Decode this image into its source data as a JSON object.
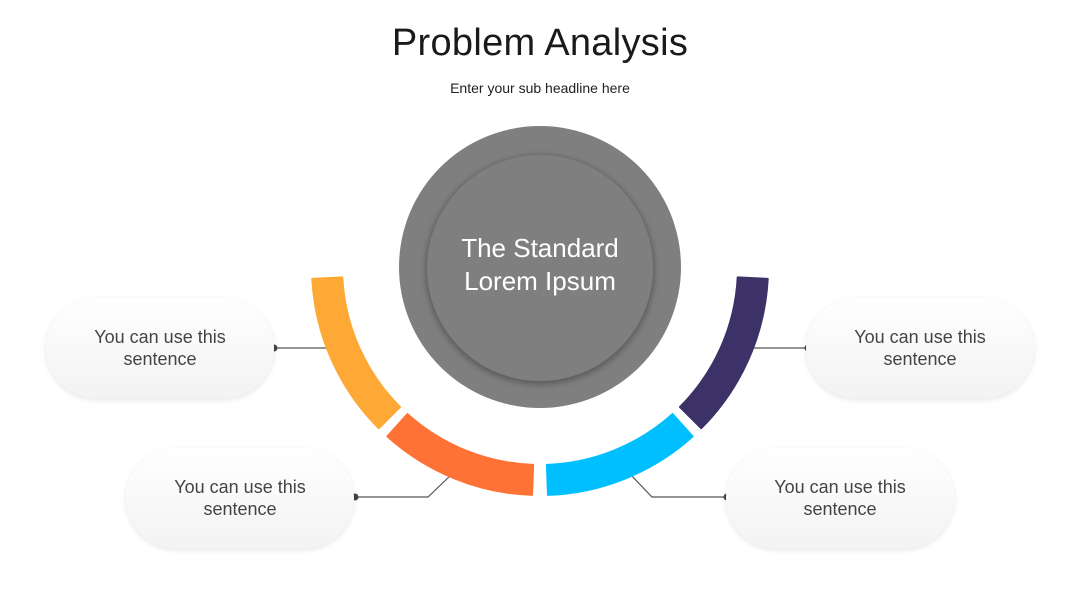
{
  "header": {
    "title": "Problem Analysis",
    "subtitle": "Enter your sub headline here"
  },
  "center": {
    "line1": "The Standard",
    "line2": "Lorem Ipsum",
    "color": "#7f7f7f"
  },
  "segments": [
    {
      "name": "segment-orange-yellow",
      "color": "#FEA836"
    },
    {
      "name": "segment-orange",
      "color": "#FF7235"
    },
    {
      "name": "segment-cyan",
      "color": "#00BFFF"
    },
    {
      "name": "segment-purple",
      "color": "#3D3268"
    }
  ],
  "cards": {
    "top_left": "You can use this sentence",
    "bottom_left": "You can use this sentence",
    "top_right": "You can use this sentence",
    "bottom_right": "You can use this sentence"
  }
}
